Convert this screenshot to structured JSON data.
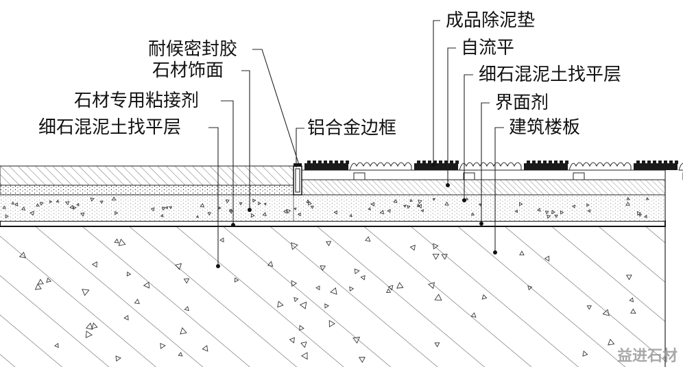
{
  "diagram": {
    "labels_left": [
      "耐候密封胶",
      "石材饰面",
      "石材专用粘接剂",
      "细石混泥土找平层"
    ],
    "label_frame": "铝合金边框",
    "labels_right": [
      "成品除泥垫",
      "自流平",
      "细石混泥土找平层",
      "界面剂",
      "建筑楼板"
    ],
    "watermark": "益进石材"
  }
}
